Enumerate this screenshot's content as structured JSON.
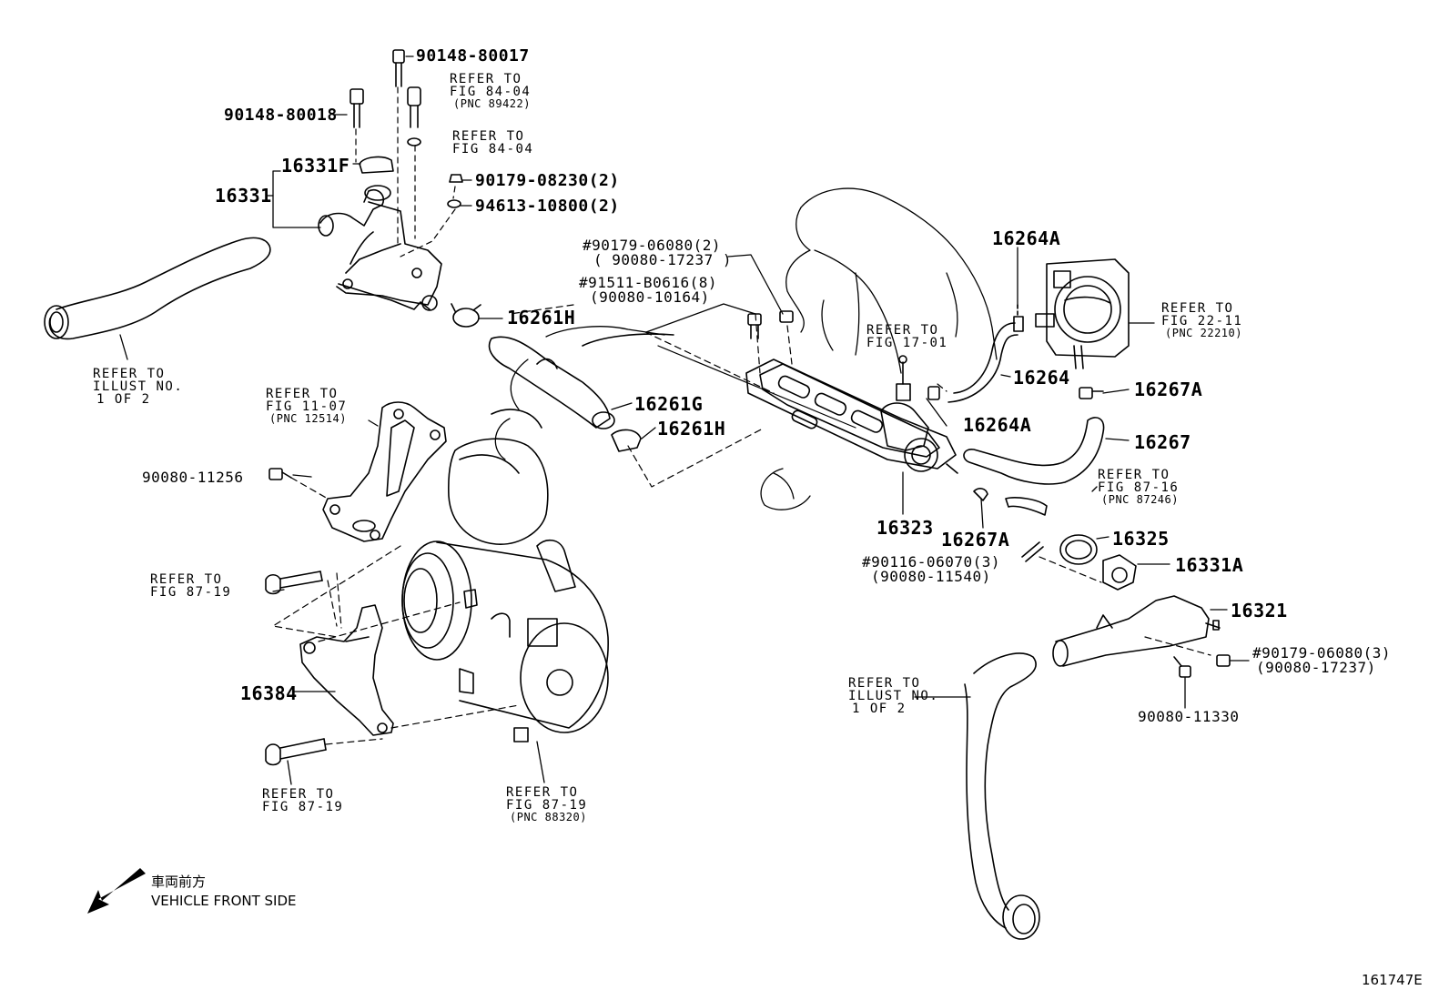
{
  "figure": {
    "figure_id": "161747E",
    "direction_jp": "車両前方",
    "direction_en": "VEHICLE FRONT SIDE"
  },
  "labels": {
    "p_90148_80017": "90148-80017",
    "p_90148_80018": "90148-80018",
    "ref_84_04_a": [
      "REFER TO",
      "FIG 84-04",
      "(PNC 89422)"
    ],
    "ref_84_04_b": [
      "REFER TO",
      "FIG 84-04"
    ],
    "p_16331f": "16331F",
    "p_16331": "16331",
    "p_90179_08230": "90179-08230(2)",
    "p_94613_10800": "94613-10800(2)",
    "p_90179_06080_a": [
      "#90179-06080(2)",
      "( 90080-17237 )"
    ],
    "p_91511_b0616": [
      "#91511-B0616(8)",
      "(90080-10164)"
    ],
    "p_16264a_top": "16264A",
    "ref_22_11": [
      "REFER TO",
      "FIG 22-11",
      "(PNC 22210)"
    ],
    "p_16261h_a": "16261H",
    "ref_illust_a": [
      "REFER TO",
      "ILLUST NO.",
      "1 OF 2"
    ],
    "ref_17_01": [
      "REFER TO",
      "FIG 17-01"
    ],
    "p_16264": "16264",
    "p_16267a_right": "16267A",
    "ref_11_07": [
      "REFER TO",
      "FIG 11-07",
      "(PNC 12514)"
    ],
    "p_16261g": "16261G",
    "p_16261h_b": "16261H",
    "p_16264a_mid": "16264A",
    "p_16267": "16267",
    "p_90080_11256": "90080-11256",
    "ref_87_16": [
      "REFER TO",
      "FIG 87-16",
      "(PNC 87246)"
    ],
    "p_16323": "16323",
    "p_16267a_low": "16267A",
    "p_16325": "16325",
    "p_90116_06070": [
      "#90116-06070(3)",
      "(90080-11540)"
    ],
    "p_16331a": "16331A",
    "ref_87_19_a": [
      "REFER TO",
      "FIG 87-19"
    ],
    "p_16321": "16321",
    "p_90179_06080_b": [
      "#90179-06080(3)",
      "(90080-17237)"
    ],
    "ref_illust_b": [
      "REFER TO",
      "ILLUST NO.",
      "1 OF 2"
    ],
    "p_16384": "16384",
    "p_90080_11330": "90080-11330",
    "ref_87_19_b": [
      "REFER TO",
      "FIG 87-19"
    ],
    "ref_87_19_c": [
      "REFER TO",
      "FIG 87-19",
      "(PNC 88320)"
    ]
  }
}
